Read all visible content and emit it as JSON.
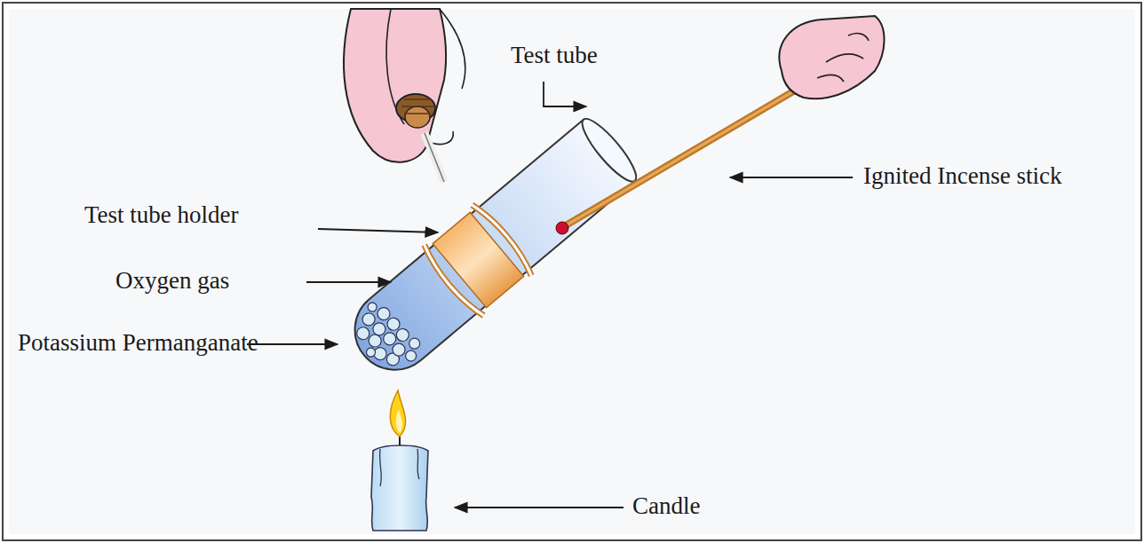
{
  "diagram": {
    "labels": [
      "Test tube",
      "Ignited Incense stick",
      "Test tube holder",
      "Oxygen gas",
      "Potassium Permanganate",
      "Candle"
    ]
  }
}
